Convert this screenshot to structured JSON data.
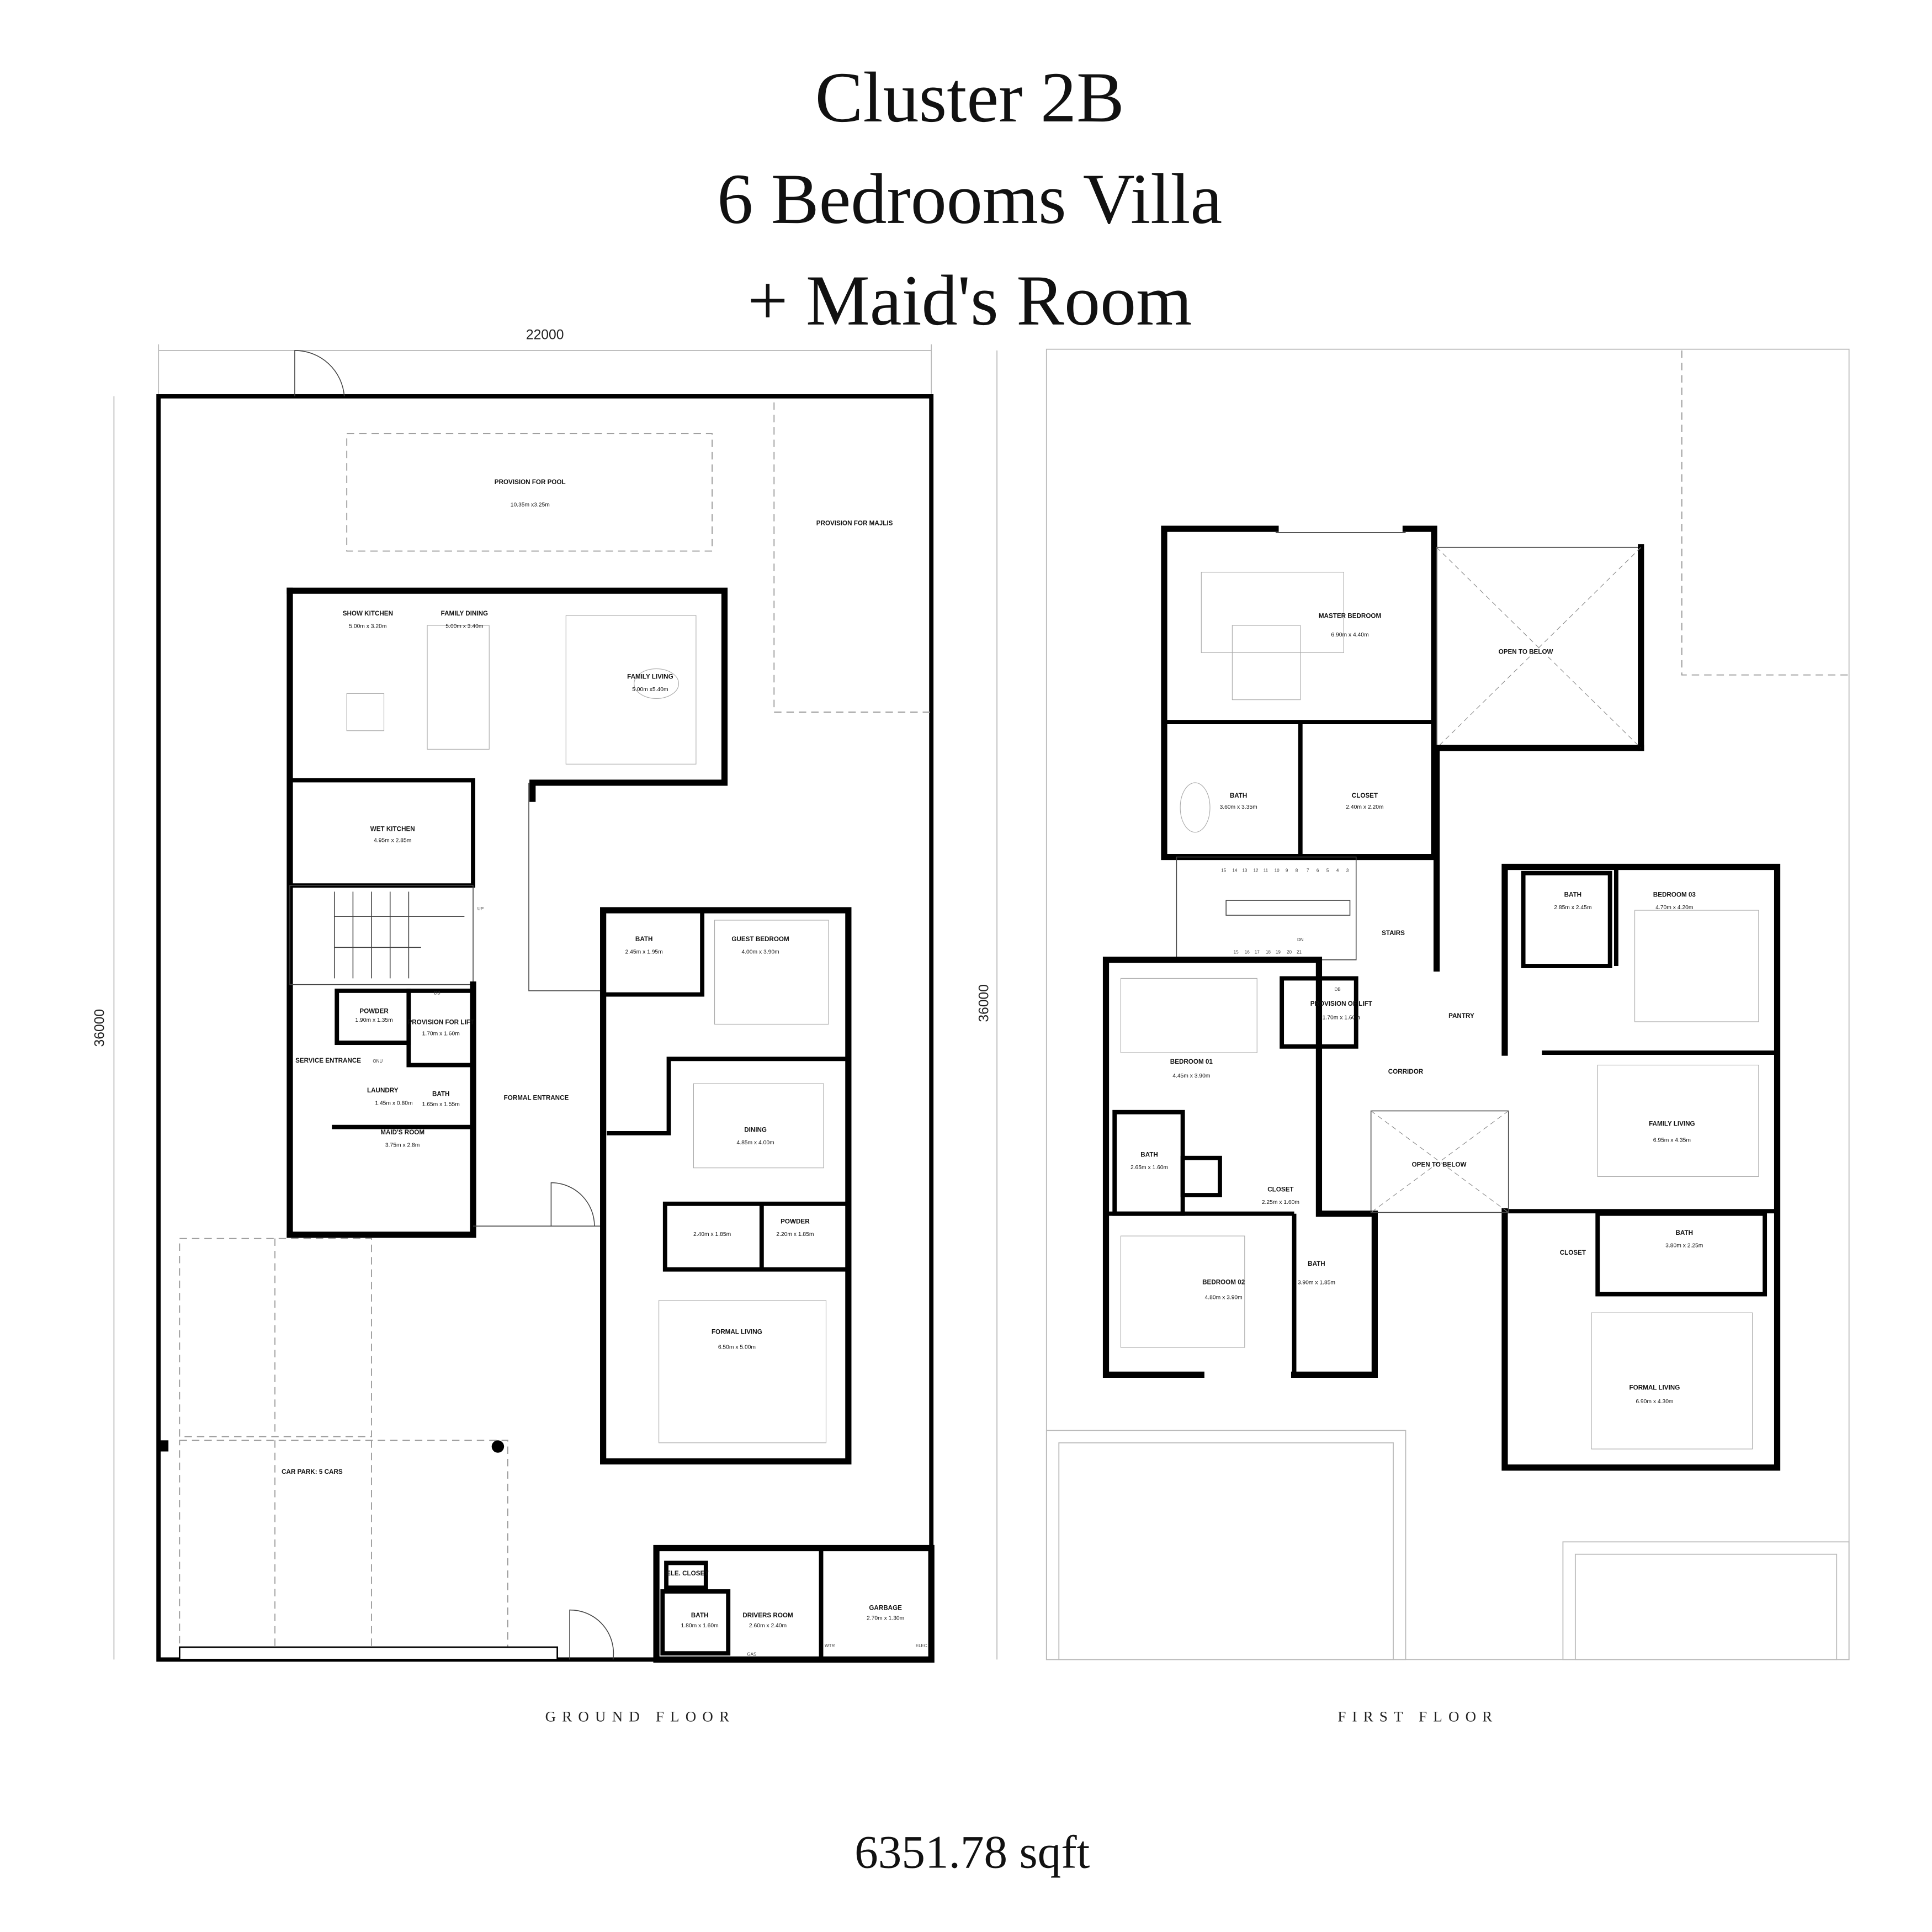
{
  "title": [
    "Cluster 2B",
    "6 Bedrooms Villa",
    "+ Maid's Room"
  ],
  "ground_floor": {
    "label": "GROUND FLOOR",
    "width_dim": "22000",
    "depth_dim": "36000",
    "rooms": [
      {
        "name": "PROVISION FOR POOL",
        "dims": "10.35m x3.25m"
      },
      {
        "name": "PROVISION FOR  MAJLIS"
      },
      {
        "name": "SHOW KITCHEN",
        "dims": "5.00m x 3.20m"
      },
      {
        "name": "FAMILY DINING",
        "dims": "5.00m x 3.40m"
      },
      {
        "name": "FAMILY   LIVING",
        "dims": "5.00m x5.40m"
      },
      {
        "name": "WET KITCHEN",
        "dims": "4.95m x 2.85m"
      },
      {
        "name": "POWDER",
        "dims": "1.90m x 1.35m"
      },
      {
        "name": "PROVISION FOR LIFT",
        "dims": "1.70m x 1.60m"
      },
      {
        "name": "DB"
      },
      {
        "name": "SERVICE ENTRANCE"
      },
      {
        "name": "ONU"
      },
      {
        "name": "LAUNDRY",
        "dims": "1.45m x 0.80m"
      },
      {
        "name": "BATH",
        "dims": "1.65m x 1.55m"
      },
      {
        "name": "MAID'S ROOM",
        "dims": "3.75m x 2.8m"
      },
      {
        "name": "FORMAL ENTRANCE"
      },
      {
        "name": "BATH",
        "dims": "2.45m x 1.95m"
      },
      {
        "name": "GUEST  BEDROOM",
        "dims": "4.00m x 3.90m"
      },
      {
        "name": "DINING",
        "dims": "4.85m x 4.00m"
      },
      {
        "dims": "2.40m x 1.85m"
      },
      {
        "name": "POWDER",
        "dims": "2.20m x 1.85m"
      },
      {
        "name": "FORMAL LIVING",
        "dims": "6.50m x 5.00m"
      },
      {
        "name": "CAR PARK: 5 CARS"
      },
      {
        "name": "ELE. CLOSET"
      },
      {
        "name": "BATH",
        "dims": "1.80m x 1.60m"
      },
      {
        "name": "DRIVERS ROOM",
        "dims": "2.60m x 2.40m"
      },
      {
        "name": "GARBAGE",
        "dims": "2.70m x 1.30m"
      }
    ],
    "marks": {
      "up": "UP",
      "gas": "GAS",
      "wtr": "WTR",
      "elec": "ELEC"
    }
  },
  "first_floor": {
    "label": "FIRST FLOOR",
    "depth_dim": "36000",
    "rooms": [
      {
        "name": "MASTER BEDROOM",
        "dims": "6.90m x 4.40m"
      },
      {
        "name": "OPEN TO BELOW"
      },
      {
        "name": "BATH",
        "dims": "3.60m x 3.35m"
      },
      {
        "name": "CLOSET",
        "dims": "2.40m x 2.20m"
      },
      {
        "name": "STAIRS"
      },
      {
        "name": "DB"
      },
      {
        "name": "PROVISION OF LIFT",
        "dims": "1.70m x 1.60m"
      },
      {
        "name": "PANTRY"
      },
      {
        "name": "CORRIDOR"
      },
      {
        "name": "BEDROOM 01",
        "dims": "4.45m x 3.90m"
      },
      {
        "name": "BATH",
        "dims": "2.85m x 2.45m"
      },
      {
        "name": "BEDROOM 03",
        "dims": "4.70m x 4.20m"
      },
      {
        "name": "FAMILY LIVING",
        "dims": "6.95m x 4.35m"
      },
      {
        "name": "OPEN TO BELOW"
      },
      {
        "name": "BATH",
        "dims": "2.65m x 1.60m"
      },
      {
        "name": "CLOSET",
        "dims": "2.25m x 1.60m"
      },
      {
        "name": "BEDROOM 02",
        "dims": "4.80m x 3.90m"
      },
      {
        "name": "BATH",
        "dims": "3.90m x 1.85m"
      },
      {
        "name": "CLOSET"
      },
      {
        "name": "BATH",
        "dims": "3.80m x 2.25m"
      },
      {
        "name": "FORMAL LIVING",
        "dims": "6.90m x 4.30m"
      }
    ],
    "marks": {
      "dn": "DN"
    },
    "stair_steps_top": [
      "15",
      "14",
      "13",
      "12",
      "11",
      "10",
      "9",
      "8",
      "7",
      "6",
      "5",
      "4",
      "3"
    ],
    "stair_steps_bottom": [
      "15",
      "16",
      "17",
      "18",
      "19",
      "20",
      "21"
    ]
  },
  "area": "6351.78 sqft"
}
